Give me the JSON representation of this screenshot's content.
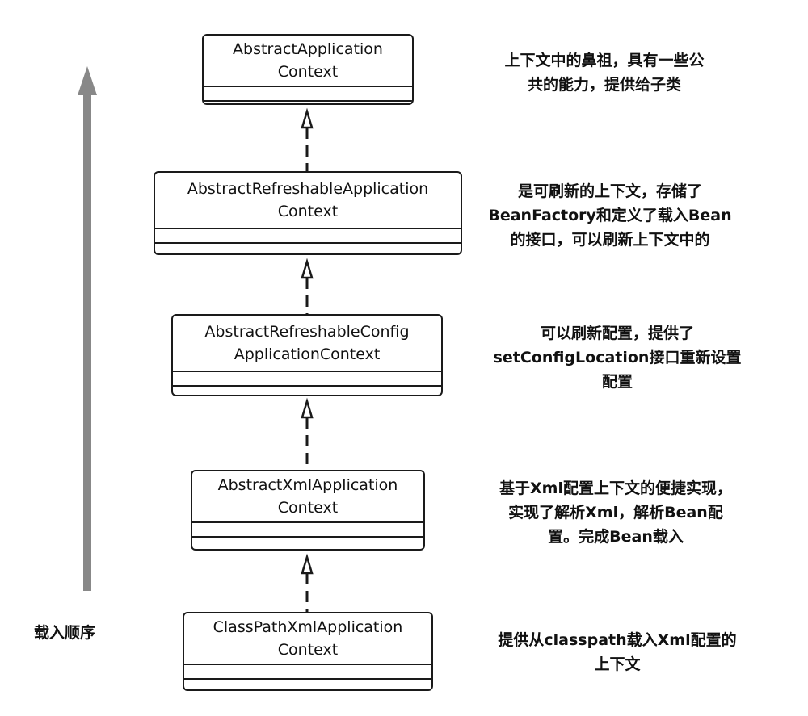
{
  "classes": [
    {
      "name_line1": "AbstractApplication",
      "name_line2": "Context",
      "description": [
        "上下文中的鼻祖，具有一些公",
        "共的能力，提供给子类"
      ]
    },
    {
      "name_line1": "AbstractRefreshableApplication",
      "name_line2": "Context",
      "description": [
        "是可刷新的上下文，存储了",
        "BeanFactory和定义了载入Bean",
        "的接口，可以刷新上下文中的"
      ]
    },
    {
      "name_line1": "AbstractRefreshableConfig",
      "name_line2": "ApplicationContext",
      "description": [
        "可以刷新配置，提供了",
        "setConfigLocation接口重新设置",
        "配置"
      ]
    },
    {
      "name_line1": "AbstractXmlApplication",
      "name_line2": "Context",
      "description": [
        "基于Xml配置上下文的便捷实现，",
        "实现了解析Xml，解析Bean配",
        "置。完成Bean载入"
      ]
    },
    {
      "name_line1": "ClassPathXmlApplication",
      "name_line2": "Context",
      "description": [
        "提供从classpath载入Xml配置的",
        "上下文"
      ]
    }
  ],
  "order_label": "载入顺序",
  "colors": {
    "box_border": "#1a1a1a",
    "order_arrow": "#888888",
    "connector": "#1a1a1a"
  }
}
